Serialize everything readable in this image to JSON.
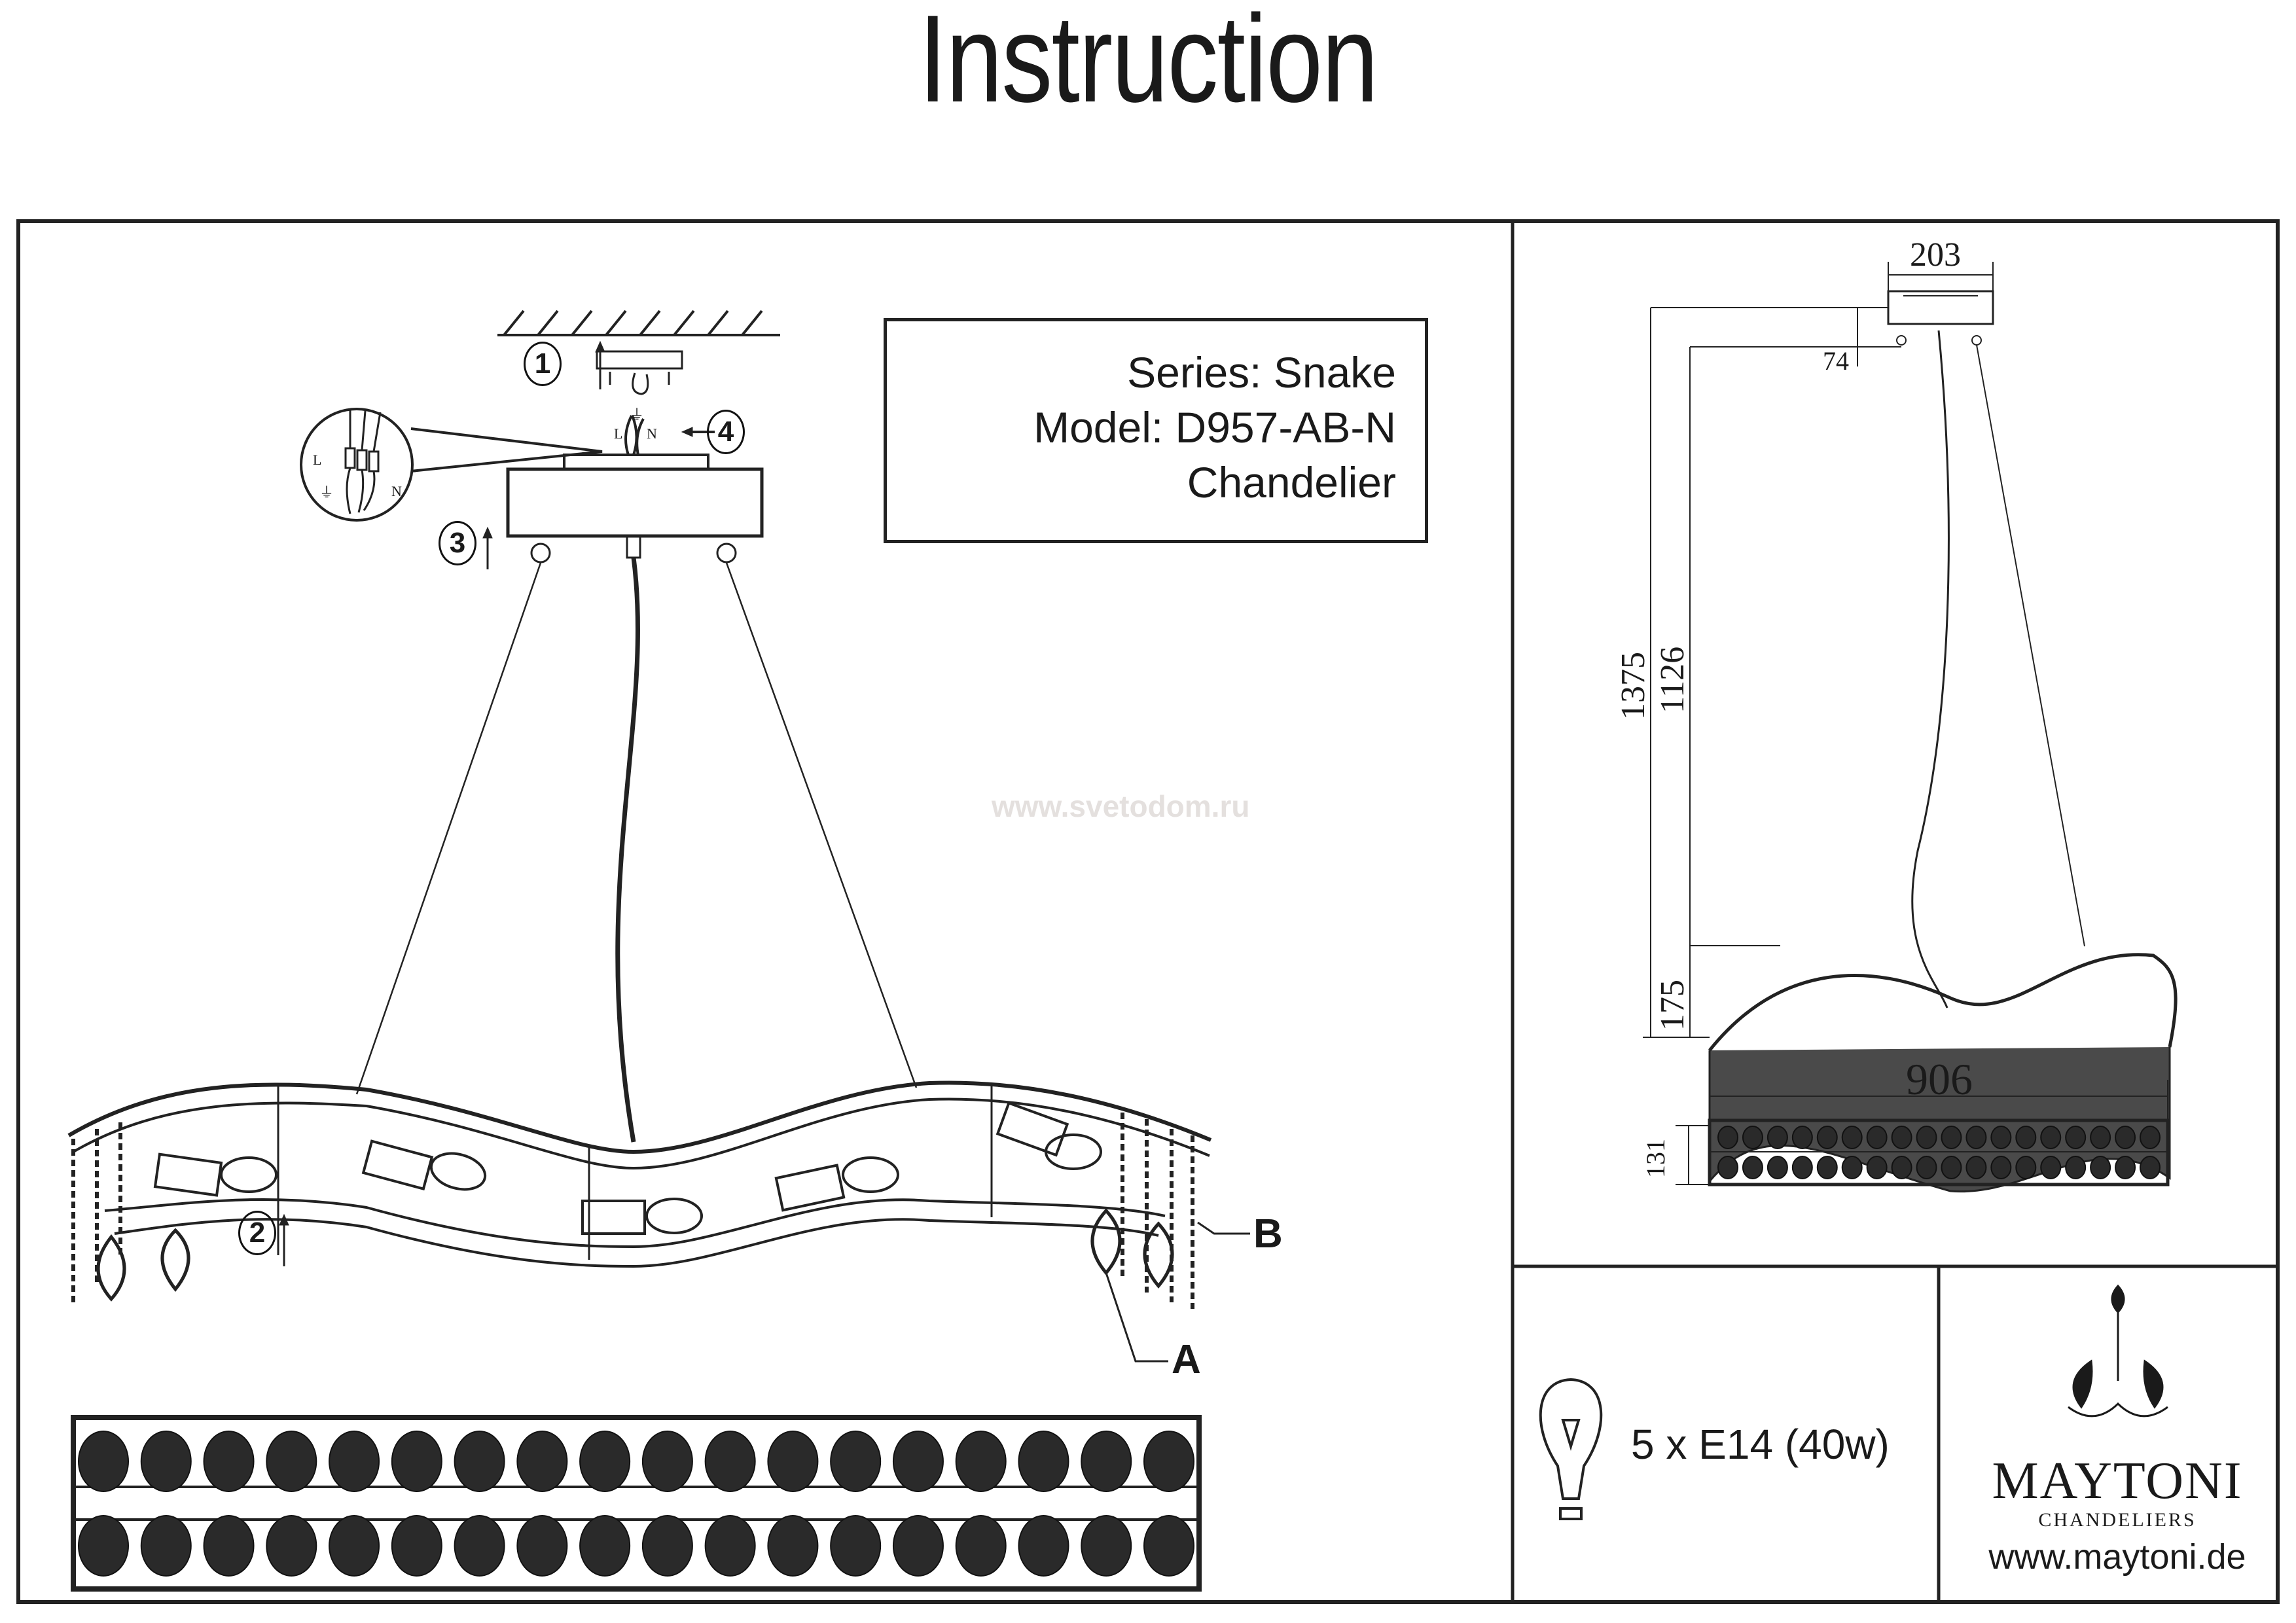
{
  "header": {
    "title": "Instruction"
  },
  "product": {
    "series": "Series: Snake",
    "model": "Model: D957-AB-N",
    "type": "Chandelier"
  },
  "watermark": "www.svetodom.ru",
  "assembly_steps": [
    {
      "number": "1",
      "description": "mounting-bracket-to-ceiling"
    },
    {
      "number": "2",
      "description": "crystal-attachment"
    },
    {
      "number": "3",
      "description": "canopy-raise"
    },
    {
      "number": "4",
      "description": "wire-connection"
    }
  ],
  "wiring": {
    "live": "L",
    "neutral": "N",
    "ground_icon": "ground-symbol-icon"
  },
  "callouts": {
    "a": "A",
    "b": "B"
  },
  "dimensions": {
    "canopy_width": "203",
    "canopy_height": "74",
    "total_height": "1375",
    "cable_height": "1126",
    "body_height": "175",
    "length": "906",
    "width": "131"
  },
  "top_view": {
    "crystals_per_row": 18,
    "rows": 2,
    "lamps": 5
  },
  "bulb": {
    "spec": "5 x E14 (40w)",
    "icon": "light-bulb-icon"
  },
  "brand": {
    "name": "MAYTONI",
    "subtitle": "CHANDELIERS",
    "url": "www.maytoni.de",
    "logo": "chandelier-logo-icon"
  },
  "colors": {
    "ink": "#1a1a1a",
    "watermark": "#e4e0de",
    "background": "#ffffff"
  }
}
